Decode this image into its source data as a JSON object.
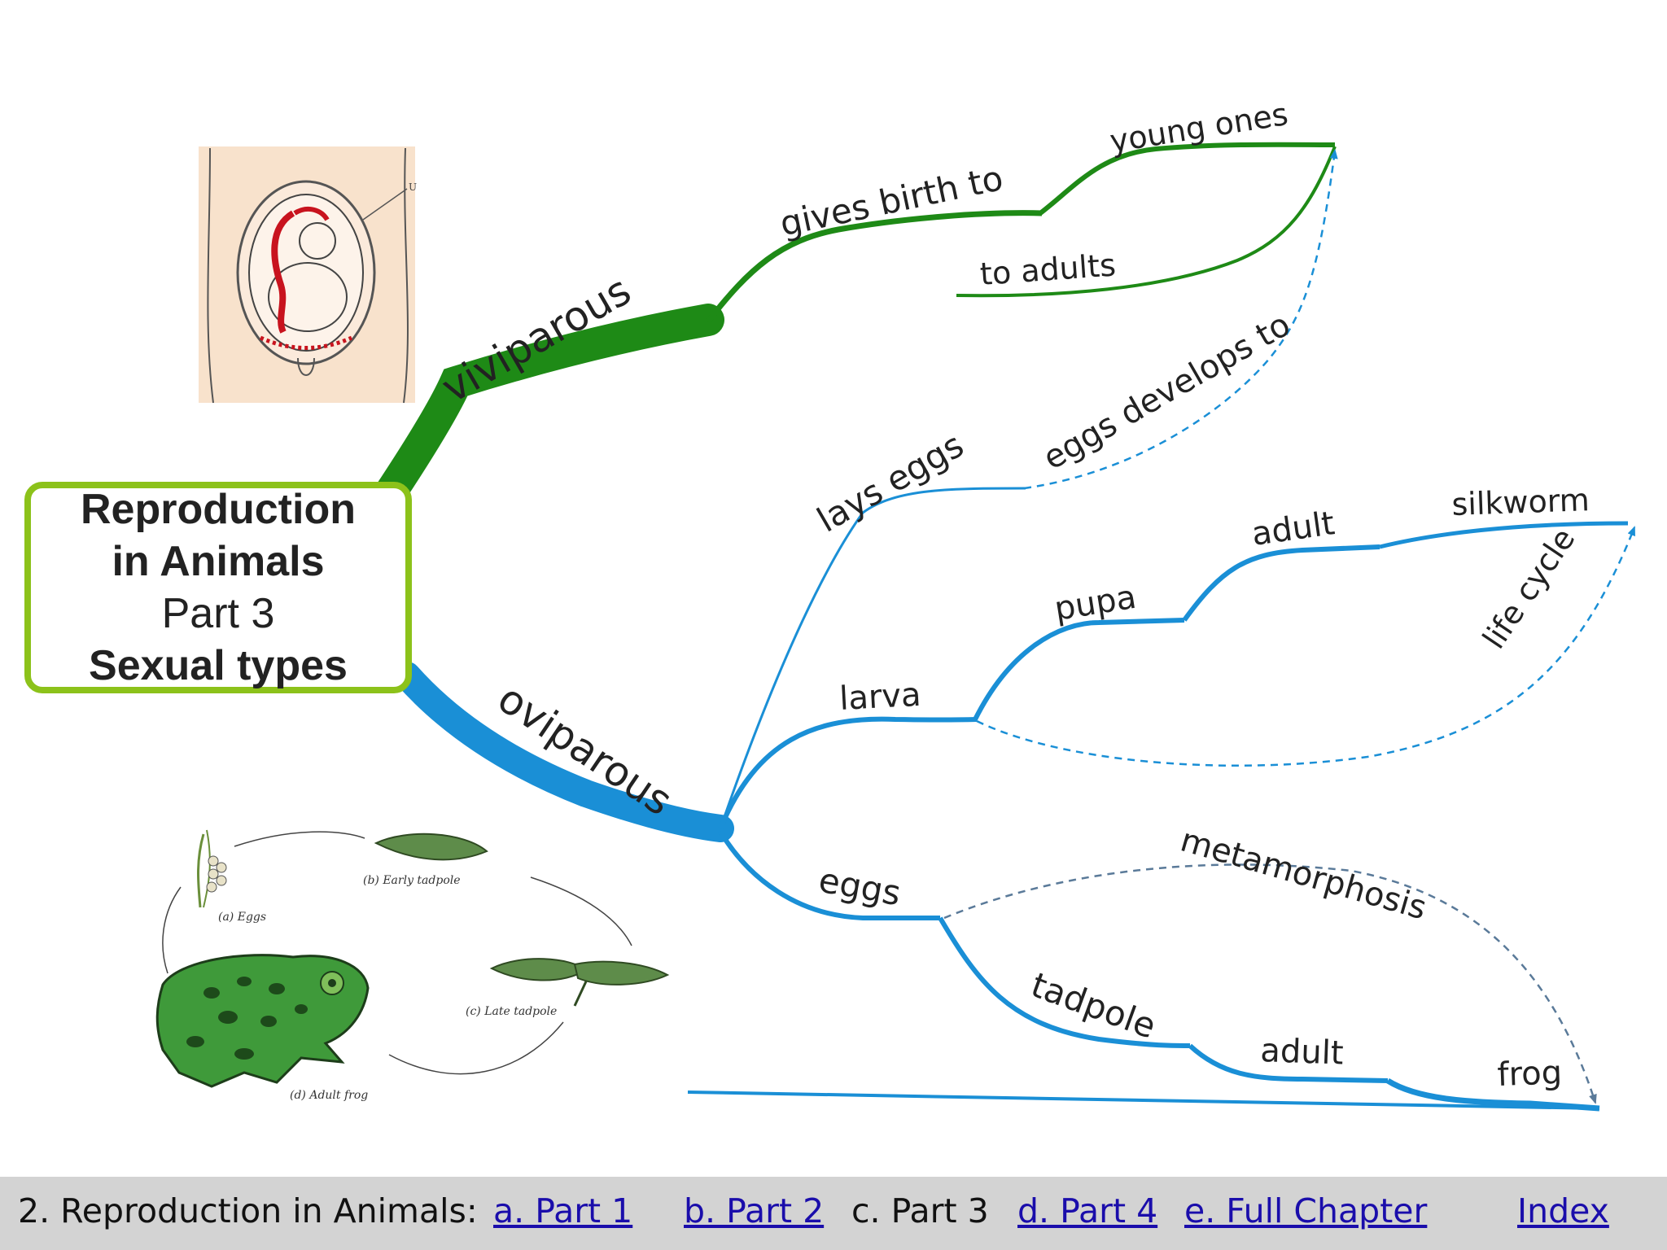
{
  "central_topic": {
    "line1": "Reproduction",
    "line2": "in Animals",
    "line3": "Part 3",
    "line4": "Sexual types"
  },
  "branches": {
    "viviparous": "viviparous",
    "gives_birth_to": "gives birth to",
    "young_ones": "young ones",
    "to_adults": "to adults",
    "oviparous": "oviparous",
    "lays_eggs": "lays eggs",
    "eggs_develops_to": "eggs develops to",
    "larva": "larva",
    "pupa": "pupa",
    "adult_silkworm": "adult",
    "silkworm": "silkworm",
    "life_cycle": "life cycle",
    "eggs": "eggs",
    "metamorphosis": "metamorphosis",
    "tadpole": "tadpole",
    "adult_frog": "adult",
    "frog": "frog"
  },
  "frog_figure": {
    "eggs": "(a) Eggs",
    "early_tadpole": "(b) Early tadpole",
    "late_tadpole": "(c) Late tadpole",
    "adult_frog": "(d) Adult frog",
    "marker": "U"
  },
  "footer": {
    "prefix": "2. Reproduction in Animals:",
    "part1": "a. Part 1",
    "part2": "b. Part 2",
    "part3": "c. Part 3",
    "part4": "d. Part 4",
    "full": "e. Full Chapter",
    "index": "Index"
  },
  "colors": {
    "viviparous_branch": "#1e8a16",
    "oviparous_branch": "#1a8fd6",
    "center_border": "#8cc21a",
    "footer_bg": "#d3d3d3",
    "link": "#1a0dab"
  }
}
